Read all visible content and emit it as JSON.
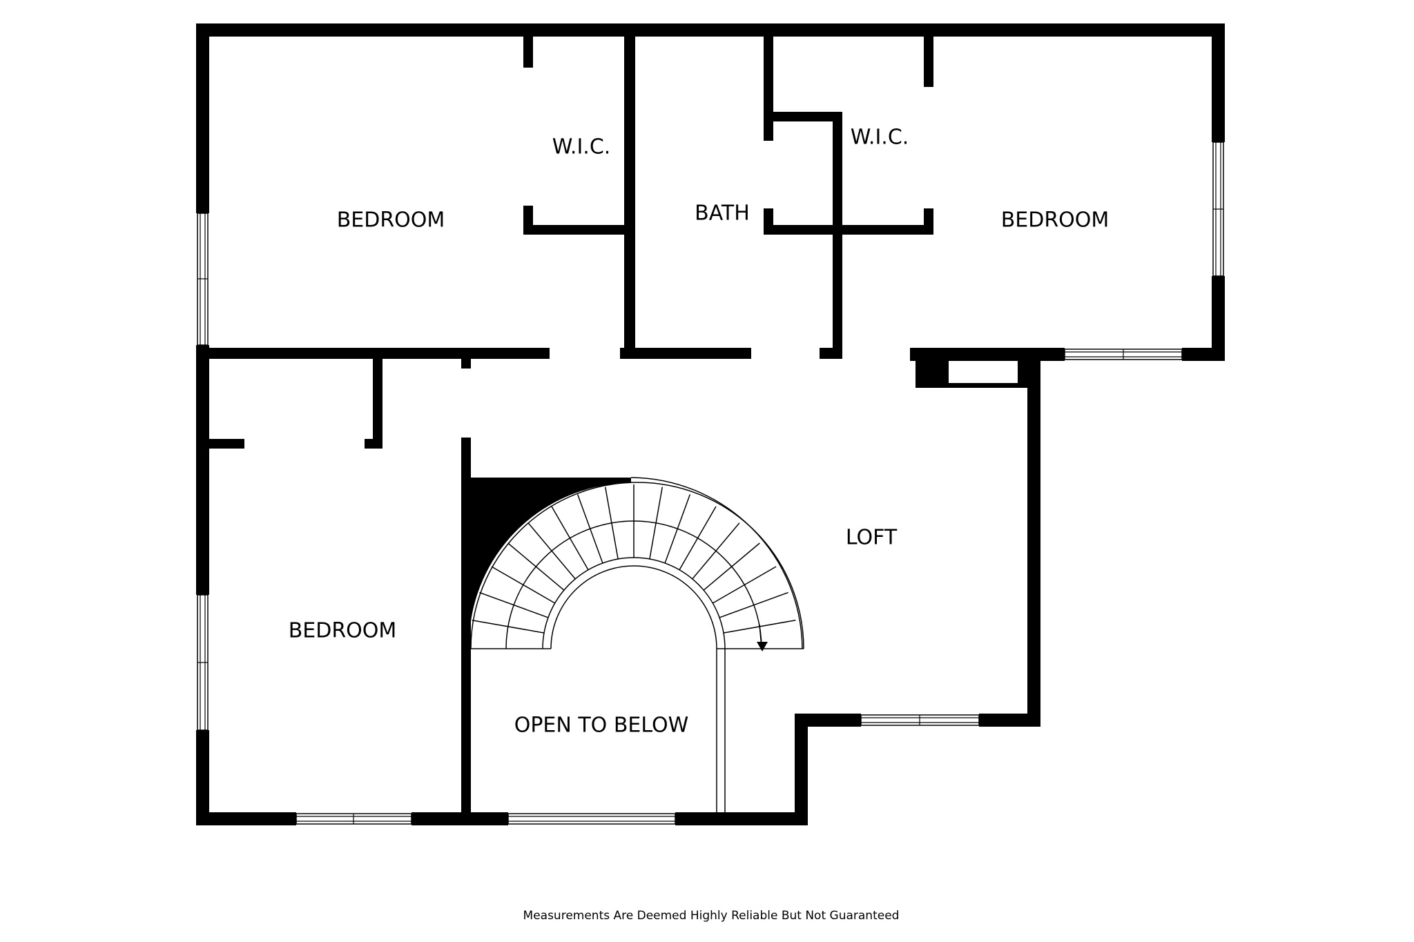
{
  "rooms": {
    "bedroom_top_left": "BEDROOM",
    "wic_left": "W.I.C.",
    "bath": "BATH",
    "wic_right": "W.I.C.",
    "bedroom_top_right": "BEDROOM",
    "bedroom_bottom_left": "BEDROOM",
    "loft": "LOFT",
    "open_to_below": "OPEN TO BELOW"
  },
  "disclaimer": "Measurements Are Deemed Highly Reliable But Not Guaranteed",
  "colors": {
    "wall": "#000000",
    "background": "#ffffff"
  }
}
